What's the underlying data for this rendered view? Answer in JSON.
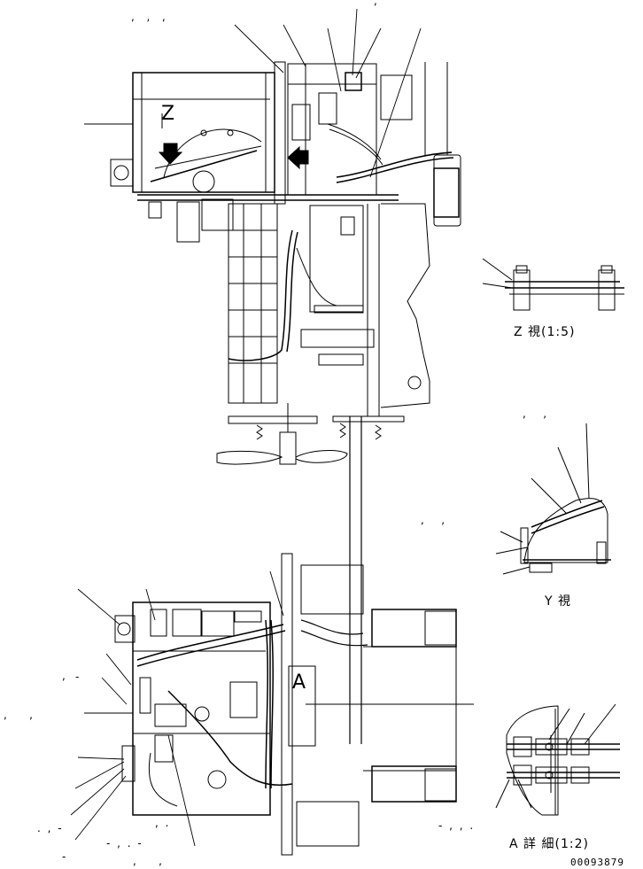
{
  "drawing": {
    "labels": {
      "z_marker": "Z",
      "a_marker": "A",
      "z_view": "Z 視(1:5)",
      "y_view": "Y 視",
      "a_detail": "A 詳 細(1:2)",
      "drawing_number": "00093879"
    },
    "callouts": {
      "top": ",  ,  ,",
      "top_right": ",",
      "right_mid": ",   ,",
      "mid_right": ",   ,",
      "left_mid": ",    ,",
      "bottom_left_a": ". , -",
      "bottom_left_b": "- , . -",
      "bottom_left_c": "-",
      "bottom_left_d": ",    ,",
      "bottom_right": "- , , .",
      "bottom_mid_b": ", .",
      "dash_mark": "-",
      "comma_mark": ","
    }
  }
}
